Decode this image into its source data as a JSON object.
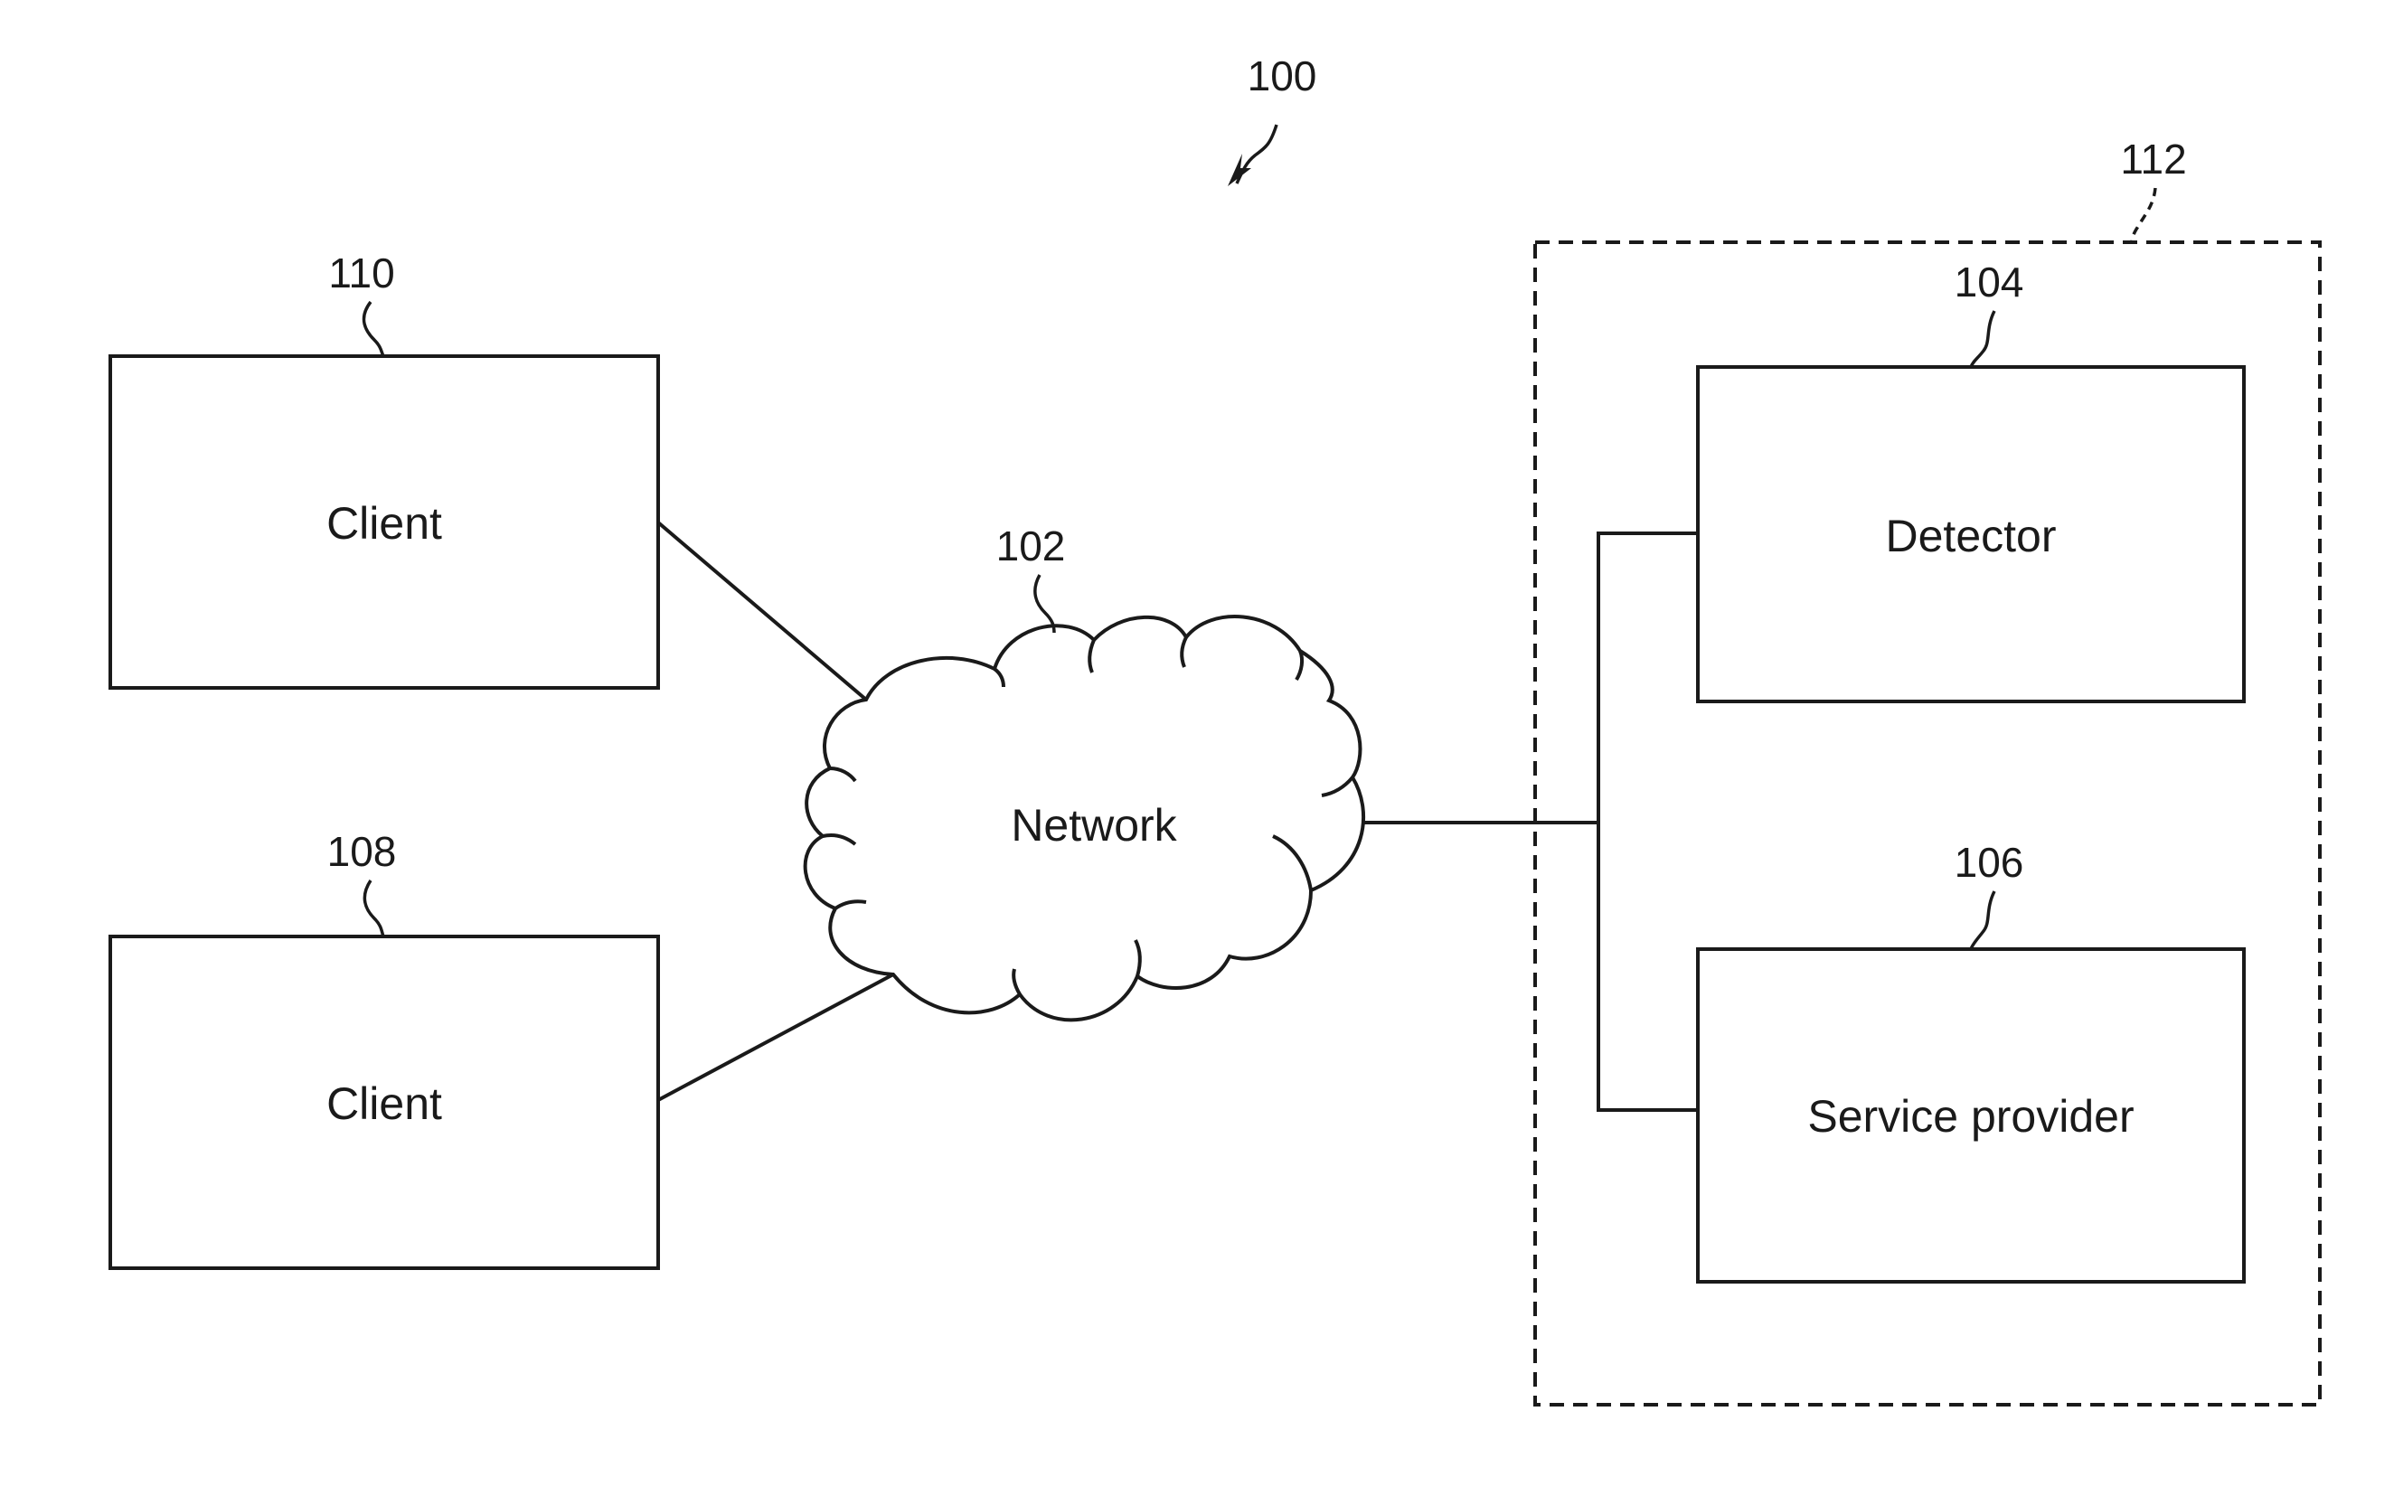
{
  "figure": {
    "ref": "100"
  },
  "network": {
    "ref": "102",
    "label": "Network"
  },
  "client_top": {
    "ref": "110",
    "label": "Client"
  },
  "client_bottom": {
    "ref": "108",
    "label": "Client"
  },
  "system_group": {
    "ref": "112"
  },
  "detector": {
    "ref": "104",
    "label": "Detector"
  },
  "service_provider": {
    "ref": "106",
    "label": "Service provider"
  },
  "colors": {
    "stroke": "#1a1a1a",
    "background": "#ffffff"
  }
}
